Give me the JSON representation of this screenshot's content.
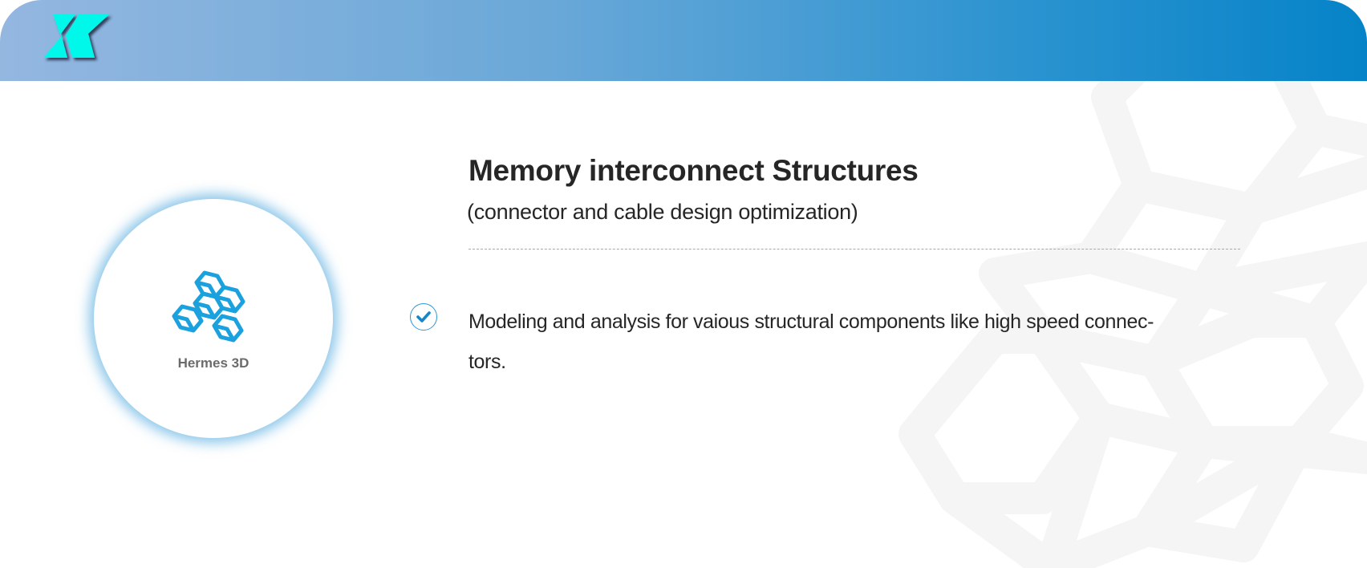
{
  "header": {
    "logo_icon": "double-chevron-k-logo",
    "accent": "#00f5ea"
  },
  "product": {
    "name": "Hermes 3D",
    "icon": "cubes-icon",
    "icon_color": "#1ba1dd"
  },
  "content": {
    "title": "Memory interconnect Structures",
    "subtitle": "(connector and cable design optimization)",
    "bullets": [
      {
        "icon": "check-circle-icon",
        "line1": "Modeling and analysis for vaious structural components like high speed connec-",
        "line2": "tors."
      }
    ]
  }
}
